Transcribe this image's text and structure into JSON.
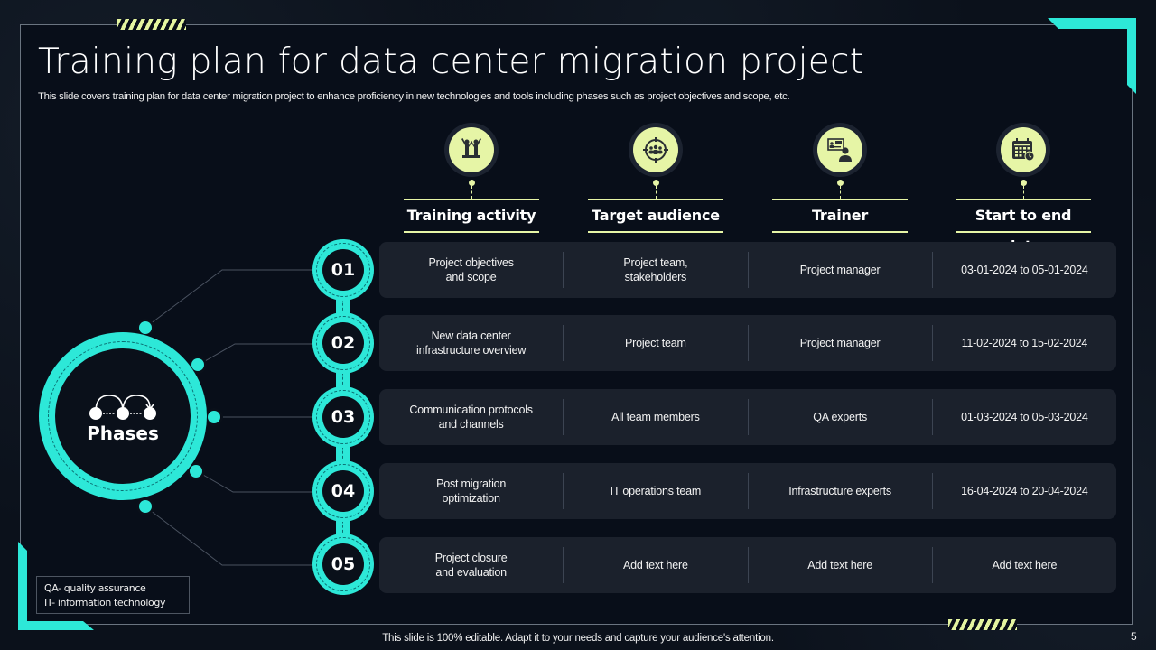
{
  "slide": {
    "title": "Training plan for data center migration project",
    "subtitle": "This slide covers training plan for data center migration project to enhance proficiency in new technologies and tools including phases such as project objectives and scope, etc.",
    "footer": "This slide is 100% editable. Adapt it to your needs and capture your audience's attention.",
    "page_number": "5"
  },
  "colors": {
    "accent_cyan": "#2de8d8",
    "accent_lime": "#e6f5a6",
    "background": "#080e19",
    "row_bg": "#1b212c"
  },
  "hub": {
    "label": "Phases",
    "icon": "process-steps-icon"
  },
  "columns": [
    {
      "label": "Training activity",
      "icon": "team-celebration-icon"
    },
    {
      "label": "Target audience",
      "icon": "target-audience-icon"
    },
    {
      "label": "Trainer",
      "icon": "presenter-icon"
    },
    {
      "label": "Start to end date",
      "icon": "calendar-clock-icon"
    }
  ],
  "rows": [
    {
      "number": "01",
      "activity": "Project objectives\nand scope",
      "audience": "Project team,\nstakeholders",
      "trainer": "Project manager",
      "dates": "03-01-2024  to 05-01-2024"
    },
    {
      "number": "02",
      "activity": "New data center\ninfrastructure overview",
      "audience": "Project team",
      "trainer": "Project manager",
      "dates": "11-02-2024  to 15-02-2024"
    },
    {
      "number": "03",
      "activity": "Communication protocols\nand channels",
      "audience": "All team members",
      "trainer": "QA experts",
      "dates": "01-03-2024  to 05-03-2024"
    },
    {
      "number": "04",
      "activity": "Post migration\noptimization",
      "audience": "IT operations  team",
      "trainer": "Infrastructure  experts",
      "dates": "16-04-2024  to 20-04-2024"
    },
    {
      "number": "05",
      "activity": "Project closure\nand evaluation",
      "audience": "Add text here",
      "trainer": "Add text here",
      "dates": "Add text here"
    }
  ],
  "legend": {
    "line1": "QA- quality assurance",
    "line2": "IT- information technology"
  }
}
